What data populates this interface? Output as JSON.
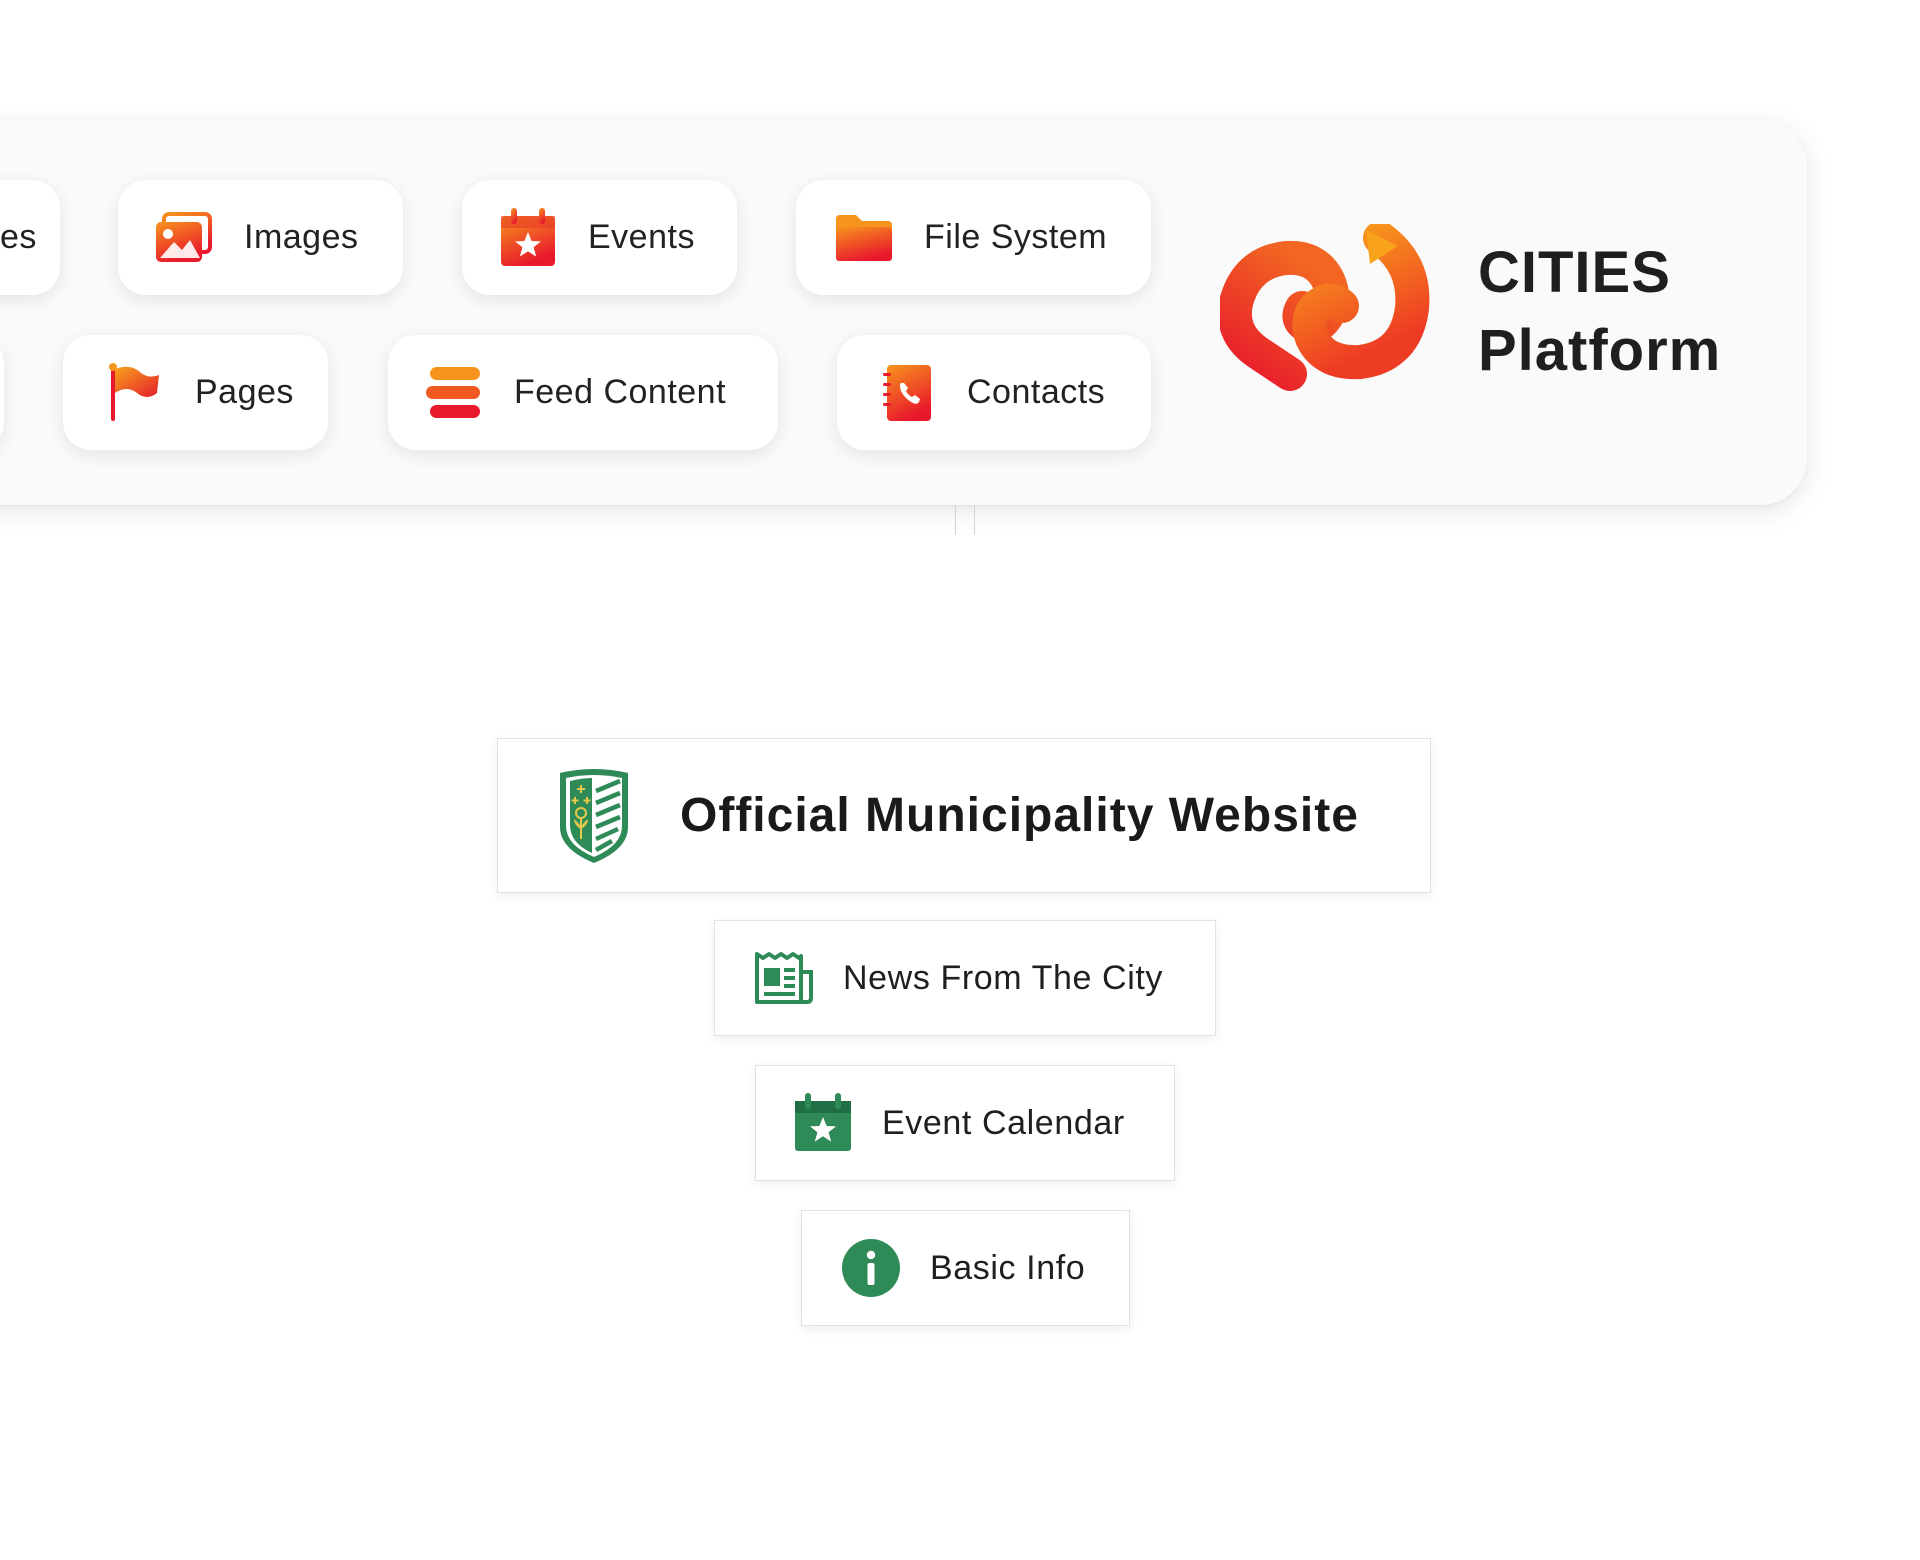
{
  "platform": {
    "brand_line1": "CITIES",
    "brand_line2": "Platform",
    "partial_label": "es",
    "modules": {
      "images": "Images",
      "events": "Events",
      "file_system": "File System",
      "pages": "Pages",
      "feed_content": "Feed Content",
      "contacts": "Contacts"
    },
    "icons": {
      "logo": "cities-platform-logo",
      "images": "images-icon",
      "events": "calendar-star-icon",
      "file_system": "folder-icon",
      "pages": "flag-icon",
      "feed_content": "feed-stack-icon",
      "contacts": "phone-book-icon"
    },
    "colors": {
      "gradient_start": "#f7941d",
      "gradient_end": "#e8192c"
    }
  },
  "website": {
    "title": "Official Municipality Website",
    "links": {
      "news": "News From The City",
      "calendar": "Event Calendar",
      "info": "Basic Info"
    },
    "icons": {
      "crest": "municipality-crest-icon",
      "news": "newspaper-icon",
      "calendar": "calendar-star-icon",
      "info": "info-icon"
    },
    "colors": {
      "accent": "#2e8b57",
      "crest_gold": "#e6c84a"
    }
  }
}
